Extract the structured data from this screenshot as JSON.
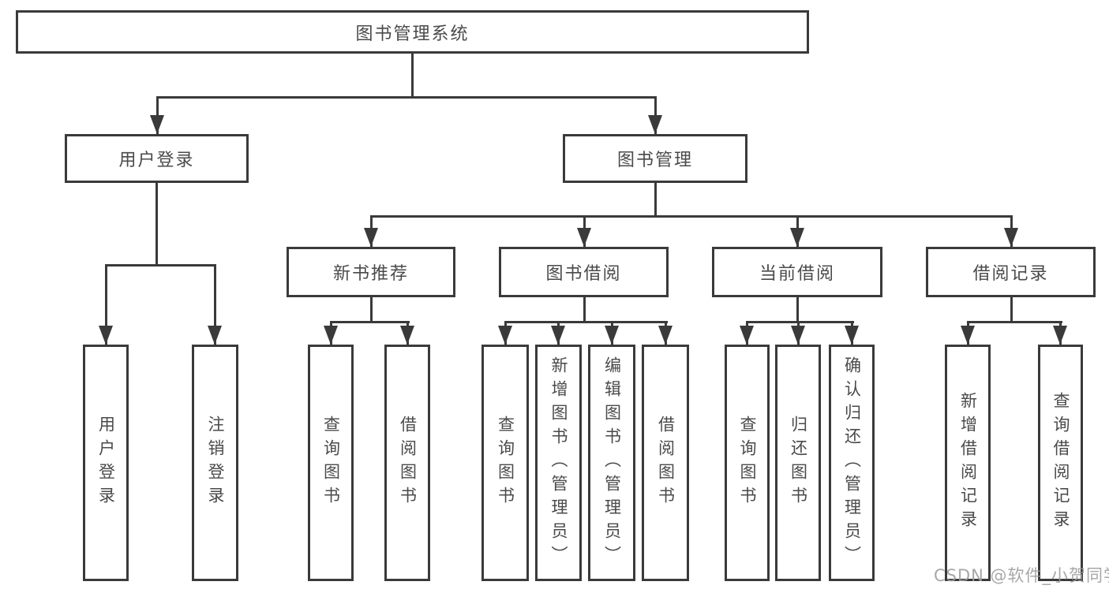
{
  "colors": {
    "line": "#3a3a3a",
    "text": "#4a4a4a",
    "watermark": "#9c9c9c",
    "background": "#ffffff"
  },
  "watermark": {
    "text": "CSDN @软件_小贺同学"
  },
  "tree": {
    "root": {
      "label": "图书管理系统",
      "children": [
        {
          "label": "用户登录",
          "children": [
            {
              "label": "用户登录"
            },
            {
              "label": "注销登录"
            }
          ]
        },
        {
          "label": "图书管理",
          "children": [
            {
              "label": "新书推荐",
              "children": [
                {
                  "label": "查询图书"
                },
                {
                  "label": "借阅图书"
                }
              ]
            },
            {
              "label": "图书借阅",
              "children": [
                {
                  "label": "查询图书"
                },
                {
                  "label": "新增图书（管理员）"
                },
                {
                  "label": "编辑图书（管理员）"
                },
                {
                  "label": "借阅图书"
                }
              ]
            },
            {
              "label": "当前借阅",
              "children": [
                {
                  "label": "查询图书"
                },
                {
                  "label": "归还图书"
                },
                {
                  "label": "确认归还（管理员）"
                }
              ]
            },
            {
              "label": "借阅记录",
              "children": [
                {
                  "label": "新增借阅记录"
                },
                {
                  "label": "查询借阅记录"
                }
              ]
            }
          ]
        }
      ]
    }
  }
}
